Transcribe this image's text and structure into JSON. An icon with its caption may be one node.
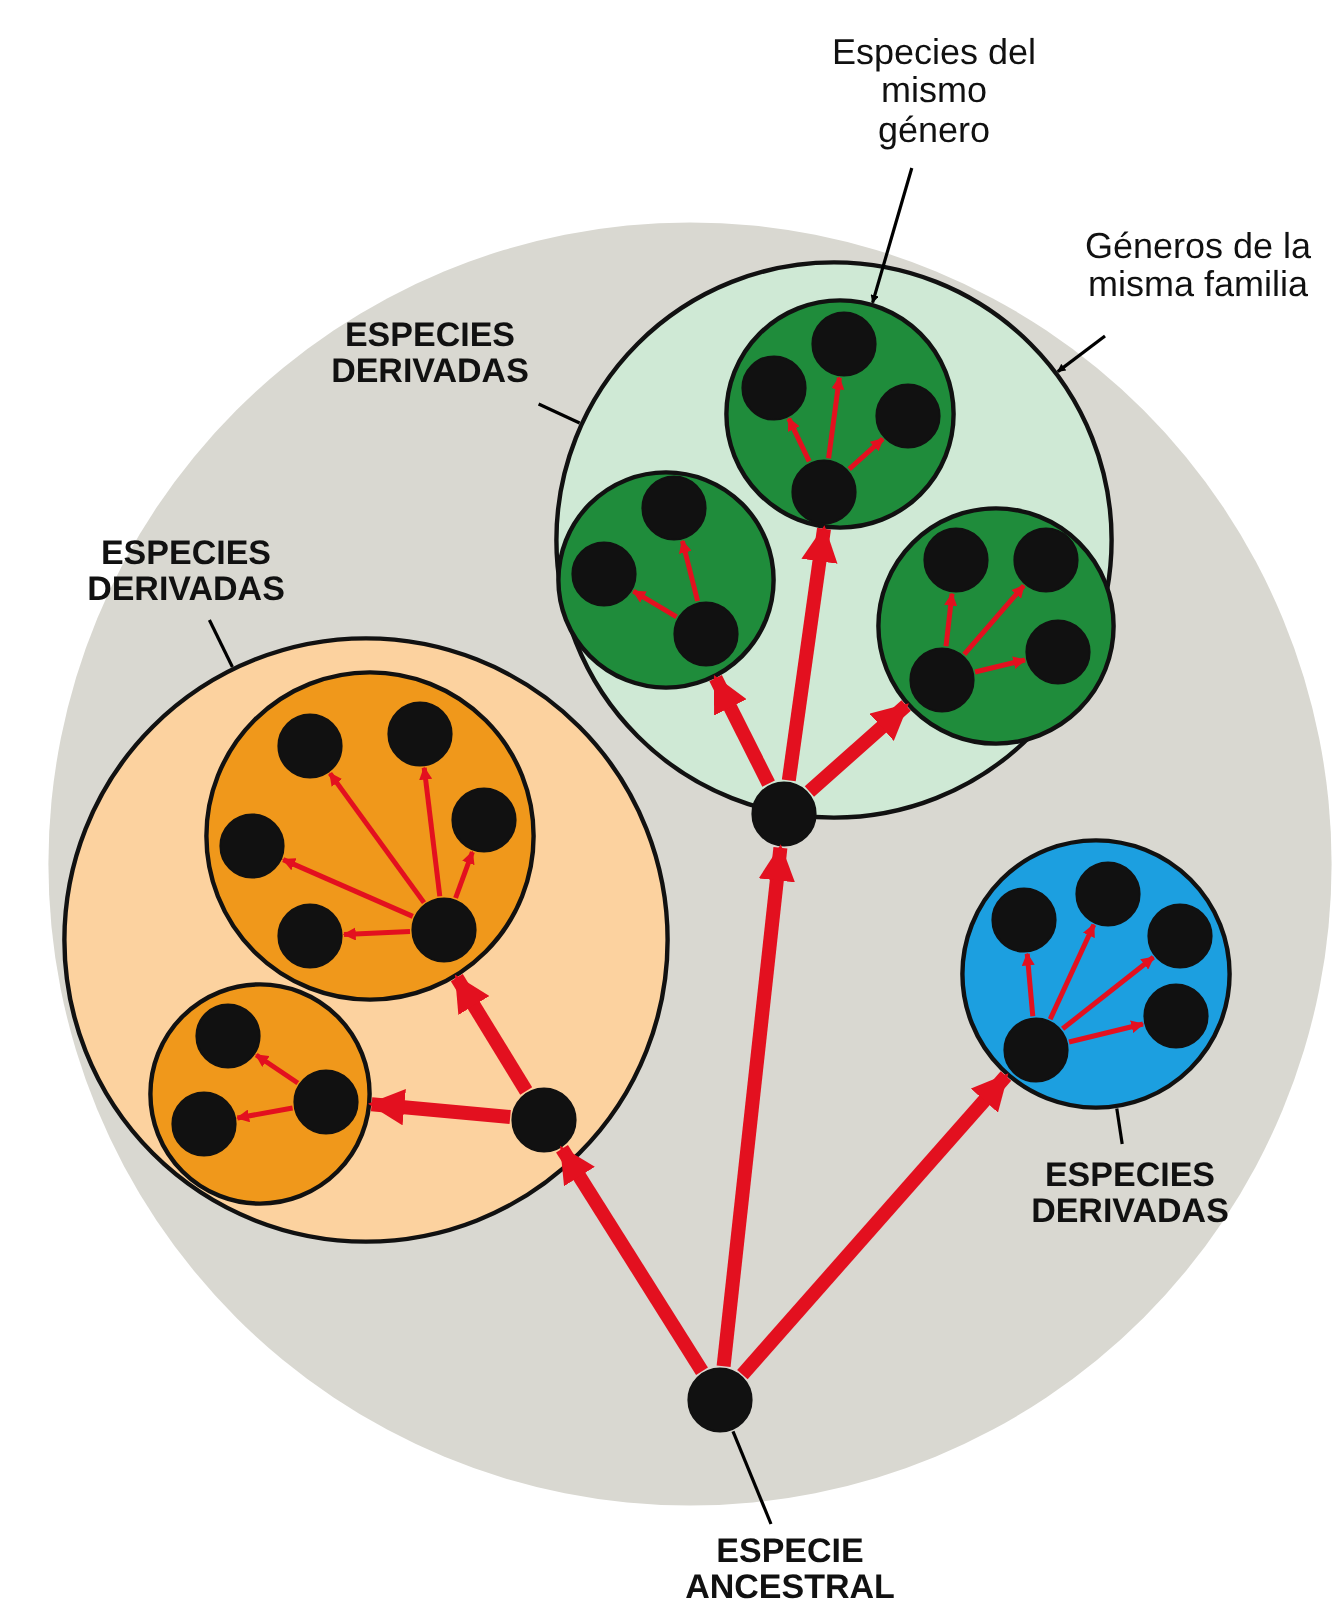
{
  "diagram": {
    "nodes": [
      {
        "text": [
          "Especies del mismo género"
        ]
      },
      {
        "text": [
          "Géneros de la misma familia"
        ]
      },
      {
        "text": [
          "ESPECIES DERIVADAS"
        ],
        "in": 3
      },
      {
        "text": [],
        "shape": "circle"
      },
      {
        "text": [],
        "shape": "circle",
        "in": 3
      },
      {
        "text": [],
        "shape": "circle",
        "in": 4
      },
      {
        "text": [],
        "shape": "circle",
        "in": 5
      },
      {
        "text": [],
        "shape": "circle",
        "in": 5
      },
      {
        "text": [],
        "shape": "circle",
        "in": 5
      },
      {
        "text": [],
        "shape": "circle",
        "in": 5
      },
      {
        "text": [],
        "shape": "circle",
        "in": 4
      },
      {
        "text": [],
        "shape": "circle",
        "in": 10
      },
      {
        "text": [],
        "shape": "circle",
        "in": 10
      },
      {
        "text": [],
        "shape": "circle",
        "in": 10
      },
      {
        "text": [],
        "shape": "circle",
        "in": 4
      },
      {
        "text": [],
        "shape": "circle",
        "in": 14
      },
      {
        "text": [],
        "shape": "circle",
        "in": 14
      },
      {
        "text": [],
        "shape": "circle",
        "in": 14
      },
      {
        "text": [],
        "shape": "circle",
        "in": 14
      },
      {
        "text": [],
        "shape": "circle",
        "in": 4
      },
      {
        "text": [
          "ESPECIES DERIVADAS"
        ],
        "in": 3
      },
      {
        "text": [],
        "shape": "circle",
        "in": 3
      },
      {
        "text": [],
        "shape": "circle",
        "in": 21
      },
      {
        "text": [],
        "shape": "circle",
        "in": 22
      },
      {
        "text": [],
        "shape": "circle",
        "in": 22
      },
      {
        "text": [],
        "shape": "circle",
        "in": 22
      },
      {
        "text": [],
        "shape": "circle",
        "in": 22
      },
      {
        "text": [],
        "shape": "circle",
        "in": 22
      },
      {
        "text": [],
        "shape": "circle",
        "in": 22
      },
      {
        "text": [],
        "shape": "circle",
        "in": 21
      },
      {
        "text": [],
        "shape": "circle",
        "in": 29
      },
      {
        "text": [],
        "shape": "circle",
        "in": 29
      },
      {
        "text": [],
        "shape": "circle",
        "in": 29
      },
      {
        "text": [],
        "shape": "circle",
        "in": 21
      },
      {
        "text": [],
        "shape": "circle",
        "in": 3
      },
      {
        "text": [],
        "shape": "circle",
        "in": 34
      },
      {
        "text": [],
        "shape": "circle",
        "in": 34
      },
      {
        "text": [],
        "shape": "circle",
        "in": 34
      },
      {
        "text": [],
        "shape": "circle",
        "in": 34
      },
      {
        "text": [],
        "shape": "circle",
        "in": 34
      },
      {
        "text": [
          "ESPECIES DERIVADAS"
        ],
        "in": 3
      },
      {
        "text": [],
        "shape": "circle",
        "in": 3
      },
      {
        "text": [
          "ESPECIE ANCESTRAL"
        ]
      }
    ],
    "edges": [
      {
        "from": 0,
        "to": 5,
        "arrow": "to",
        "color": "#000000"
      },
      {
        "from": 1,
        "to": 4,
        "arrow": "to",
        "color": "#000000"
      },
      {
        "from": 2,
        "to": 4,
        "arrow": "none",
        "color": "#000000"
      },
      {
        "from": 6,
        "to": 7,
        "arrow": "to"
      },
      {
        "from": 6,
        "to": 8,
        "arrow": "to"
      },
      {
        "from": 6,
        "to": 9,
        "arrow": "to"
      },
      {
        "from": 11,
        "to": 12,
        "arrow": "to"
      },
      {
        "from": 11,
        "to": 13,
        "arrow": "to"
      },
      {
        "from": 15,
        "to": 16,
        "arrow": "to"
      },
      {
        "from": 15,
        "to": 17,
        "arrow": "to"
      },
      {
        "from": 15,
        "to": 18,
        "arrow": "to"
      },
      {
        "from": 19,
        "to": 10,
        "arrow": "to",
        "style": "thick"
      },
      {
        "from": 19,
        "to": 5,
        "arrow": "to",
        "style": "thick"
      },
      {
        "from": 19,
        "to": 14,
        "arrow": "to",
        "style": "thick"
      },
      {
        "from": 20,
        "to": 21,
        "arrow": "none",
        "color": "#000000"
      },
      {
        "from": 23,
        "to": 24,
        "arrow": "to"
      },
      {
        "from": 23,
        "to": 25,
        "arrow": "to"
      },
      {
        "from": 23,
        "to": 26,
        "arrow": "to"
      },
      {
        "from": 23,
        "to": 27,
        "arrow": "to"
      },
      {
        "from": 23,
        "to": 28,
        "arrow": "to"
      },
      {
        "from": 30,
        "to": 31,
        "arrow": "to"
      },
      {
        "from": 30,
        "to": 32,
        "arrow": "to"
      },
      {
        "from": 33,
        "to": 22,
        "arrow": "to",
        "style": "thick"
      },
      {
        "from": 33,
        "to": 29,
        "arrow": "to",
        "style": "thick"
      },
      {
        "from": 35,
        "to": 36,
        "arrow": "to"
      },
      {
        "from": 35,
        "to": 37,
        "arrow": "to"
      },
      {
        "from": 35,
        "to": 38,
        "arrow": "to"
      },
      {
        "from": 35,
        "to": 39,
        "arrow": "to"
      },
      {
        "from": 40,
        "to": 34,
        "arrow": "none",
        "color": "#000000"
      },
      {
        "from": 41,
        "to": 33,
        "arrow": "to",
        "style": "thick"
      },
      {
        "from": 41,
        "to": 19,
        "arrow": "to",
        "style": "thick"
      },
      {
        "from": 41,
        "to": 34,
        "arrow": "to",
        "style": "thick"
      },
      {
        "from": 42,
        "to": 41,
        "arrow": "none",
        "color": "#000000"
      }
    ]
  }
}
